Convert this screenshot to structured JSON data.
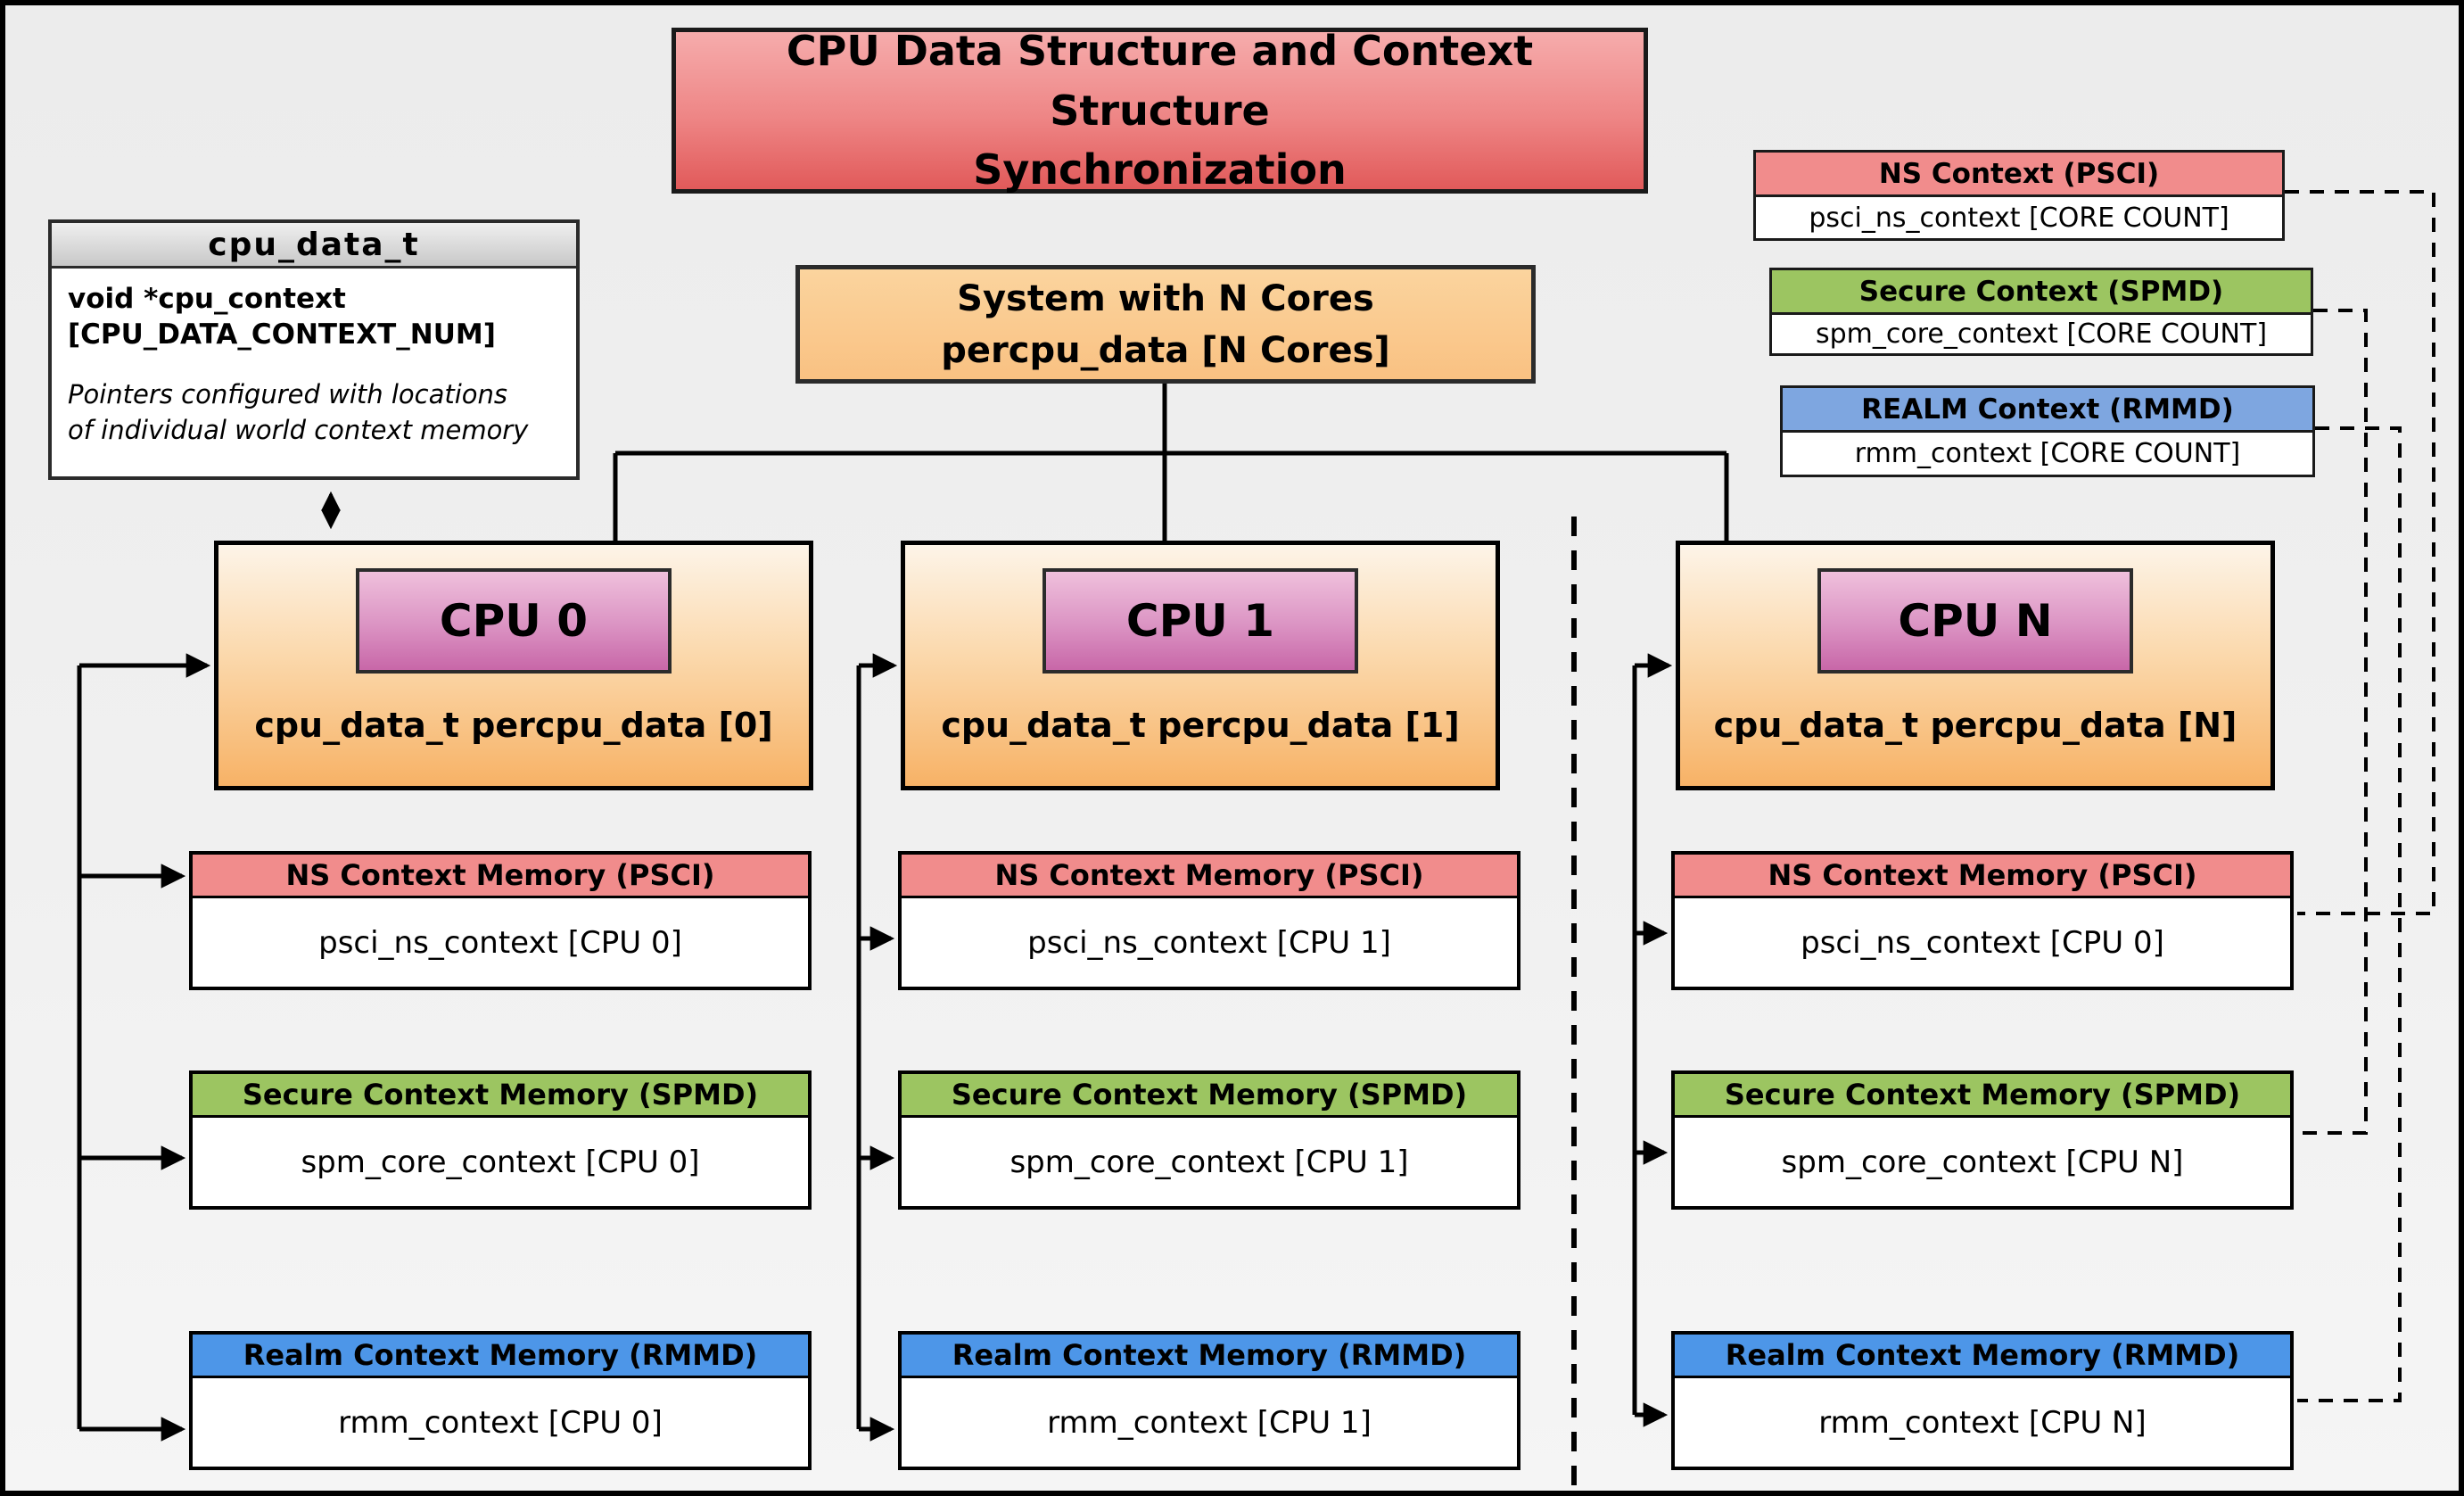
{
  "title": {
    "line1": "CPU Data Structure and Context Structure",
    "line2": "Synchronization"
  },
  "cpu_data_struct": {
    "header": "cpu_data_t",
    "decl_line1": "void  *cpu_context",
    "decl_line2": "[CPU_DATA_CONTEXT_NUM]",
    "note_line1": "Pointers configured with locations",
    "note_line2": "of individual world context memory"
  },
  "system_box": {
    "line1": "System with N Cores",
    "line2": "percpu_data [N Cores]"
  },
  "legend": [
    {
      "header": "NS Context  (PSCI)",
      "body": "psci_ns_context [CORE COUNT]"
    },
    {
      "header": "Secure Context (SPMD)",
      "body": "spm_core_context [CORE COUNT]"
    },
    {
      "header": "REALM Context (RMMD)",
      "body": "rmm_context [CORE COUNT]"
    }
  ],
  "cpus": [
    {
      "label": "CPU 0",
      "data_text": "cpu_data_t percpu_data [0]",
      "contexts": [
        {
          "header": "NS Context Memory (PSCI)",
          "body": "psci_ns_context [CPU 0]"
        },
        {
          "header": "Secure Context Memory (SPMD)",
          "body": "spm_core_context [CPU 0]"
        },
        {
          "header": "Realm Context Memory (RMMD)",
          "body": "rmm_context [CPU 0]"
        }
      ]
    },
    {
      "label": "CPU 1",
      "data_text": "cpu_data_t percpu_data [1]",
      "contexts": [
        {
          "header": "NS Context Memory (PSCI)",
          "body": "psci_ns_context [CPU 1]"
        },
        {
          "header": "Secure Context Memory (SPMD)",
          "body": "spm_core_context [CPU 1]"
        },
        {
          "header": "Realm Context Memory (RMMD)",
          "body": "rmm_context [CPU 1]"
        }
      ]
    },
    {
      "label": "CPU N",
      "data_text": "cpu_data_t percpu_data [N]",
      "contexts": [
        {
          "header": "NS Context Memory (PSCI)",
          "body": "psci_ns_context [CPU 0]"
        },
        {
          "header": "Secure Context Memory (SPMD)",
          "body": "spm_core_context [CPU N]"
        },
        {
          "header": "Realm Context Memory (RMMD)",
          "body": "rmm_context [CPU N]"
        }
      ]
    }
  ],
  "colors": {
    "title_gradient_top": "#F6ACAC",
    "title_gradient_bottom": "#E15A5A",
    "ns_header": "#F18C8C",
    "secure_header": "#9CC561",
    "realm_memory_header": "#4D96E8",
    "realm_legend_header": "#7EA6E0",
    "cpu_box_orange": "#F7B266",
    "cpu_label_pink": "#C867A8",
    "system_box_orange": "#F9C182",
    "struct_header_gray": "#C8C8C8"
  }
}
